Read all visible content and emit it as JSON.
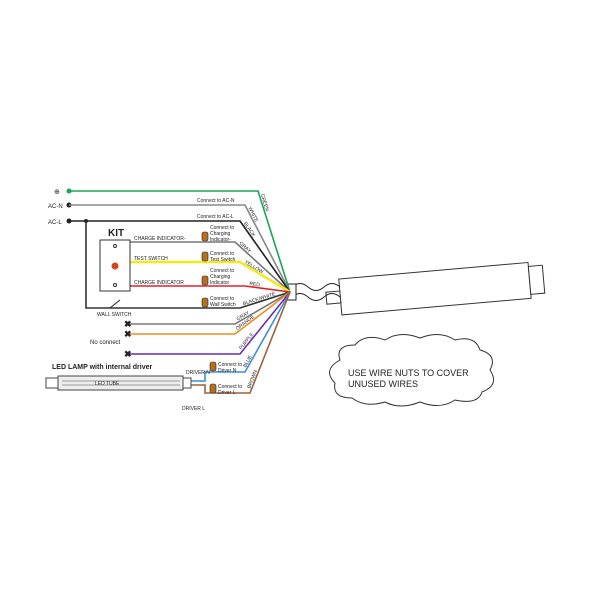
{
  "terminals": {
    "ground": "⊕",
    "ac_n": "AC-N",
    "ac_l": "AC-L"
  },
  "kit": {
    "title": "KIT",
    "charge_indicator_minus": "CHARGE INDICATOR-",
    "test_switch": "TEST SWITCH",
    "charge_indicator": "CHARGE INDICATOR"
  },
  "wall_switch": "WALL SWITCH",
  "no_connect": "No connect",
  "lamp": {
    "title": "LED LAMP with internal driver",
    "tube": "LED TUBE",
    "driver_n": "DRIVER N",
    "driver_l": "DRIVER L"
  },
  "connect_labels": {
    "ac_n": "Connect to AC-N",
    "ac_l": "Connect to AC-L",
    "charging_minus": [
      "Connect to",
      "Charging",
      "Indicator-"
    ],
    "test_switch": [
      "Connect to",
      "Test Switch"
    ],
    "charging": [
      "Connect to",
      "Charging",
      "Indicator"
    ],
    "wall_switch": [
      "Connect to",
      "Wall Switch"
    ],
    "driver_n": [
      "Connect to",
      "Driver N"
    ],
    "driver_l": [
      "Connect to",
      "Driver L"
    ]
  },
  "wires": [
    {
      "name": "GREEN",
      "color": "#1aa35a"
    },
    {
      "name": "WHITE",
      "color": "#888888"
    },
    {
      "name": "BLACK",
      "color": "#222222"
    },
    {
      "name": "GRAY",
      "color": "#777777"
    },
    {
      "name": "YELLOW",
      "color": "#f2ea1c"
    },
    {
      "name": "RED",
      "color": "#e0202a"
    },
    {
      "name": "BLACK/WHITE",
      "color": "#333333"
    },
    {
      "name": "GRAY",
      "color": "#7a7a7a"
    },
    {
      "name": "ORANGE",
      "color": "#f08a1c"
    },
    {
      "name": "PURPLE",
      "color": "#6a2ab0"
    },
    {
      "name": "BLUE",
      "color": "#3a8ee0"
    },
    {
      "name": "BROWN",
      "color": "#a0603a"
    }
  ],
  "note": [
    "USE WIRE NUTS TO COVER",
    "UNUSED WIRES"
  ]
}
